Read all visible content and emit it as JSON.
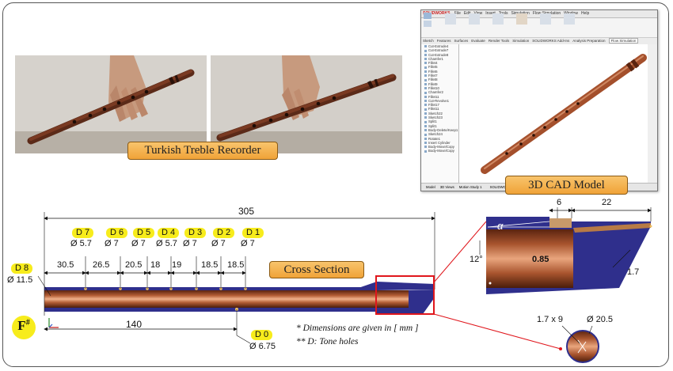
{
  "photo_caption": "Turkish Treble Recorder",
  "cad_caption": "3D CAD Model",
  "section_caption": "Cross Section",
  "cad_window": {
    "logo": "SOLIDWORKS",
    "menu": [
      "File",
      "Edit",
      "View",
      "Insert",
      "Tools",
      "Simulation",
      "Flow Simulation",
      "Window",
      "Help"
    ],
    "tabs": [
      "Sketch",
      "Features",
      "Surfaces",
      "Evaluate",
      "Render Tools",
      "Simulation",
      "SOLIDWORKS Add-Ins",
      "Analysis Preparation",
      "Flow Simulation"
    ],
    "active_tab": "Flow Simulation",
    "tree": [
      "Cut-Extrude4",
      "Cut-Extrude7",
      "Cut-Extrude8",
      "Chamfer1",
      "Fillet4",
      "Fillet5",
      "Fillet6",
      "Fillet7",
      "Fillet8",
      "Fillet9",
      "Fillet10",
      "Chamfer2",
      "Fillet11",
      "Cut-Revolve1",
      "Fillet17",
      "Fillet11",
      "Sketch22",
      "Sketch23",
      "Split1",
      "Split1",
      "Body-Delete/Keep1",
      "Sketch24",
      "Rotate1",
      "Insert Cylinder",
      "Body-Move/Copy",
      "Body-Move/Copy"
    ],
    "status_tabs": [
      "Model",
      "3D Views",
      "Motion Study 1"
    ],
    "status_text": "SOLIDWORKS Premium 2019 SP3.0"
  },
  "overall_length": "305",
  "holes": [
    {
      "tag": "D 7",
      "dia": "Ø 5.7"
    },
    {
      "tag": "D 6",
      "dia": "Ø 7"
    },
    {
      "tag": "D 5",
      "dia": "Ø 7"
    },
    {
      "tag": "D 4",
      "dia": "Ø 5.7"
    },
    {
      "tag": "D 3",
      "dia": "Ø 7"
    },
    {
      "tag": "D 2",
      "dia": "Ø 7"
    },
    {
      "tag": "D 1",
      "dia": "Ø 7"
    }
  ],
  "spacings": [
    "30.5",
    "26.5",
    "20.5",
    "18",
    "19",
    "18.5",
    "18.5"
  ],
  "end_hole": {
    "tag": "D 8",
    "dia": "Ø 11.5"
  },
  "thumb_hole": {
    "tag": "D 0",
    "dia": "Ø 6.75",
    "distance": "140"
  },
  "key_note": "F#",
  "detail": {
    "width_6": "6",
    "width_22": "22",
    "angle_symbol": "α",
    "angle_value": "12°",
    "ratio": "0.85",
    "wall": "1.7",
    "slot": "1.7 x 9",
    "outer_dia": "Ø 20.5"
  },
  "notes": [
    "* Dimensions are given in [ mm ]",
    "** D: Tone holes"
  ],
  "colors": {
    "wood": "#8a3f22",
    "wood_light": "#c97a52",
    "fluid": "#2f2f8c",
    "highlight": "#e0161c",
    "tag_yellow": "#f7ec1c",
    "caption_orange": "#f0a338"
  }
}
